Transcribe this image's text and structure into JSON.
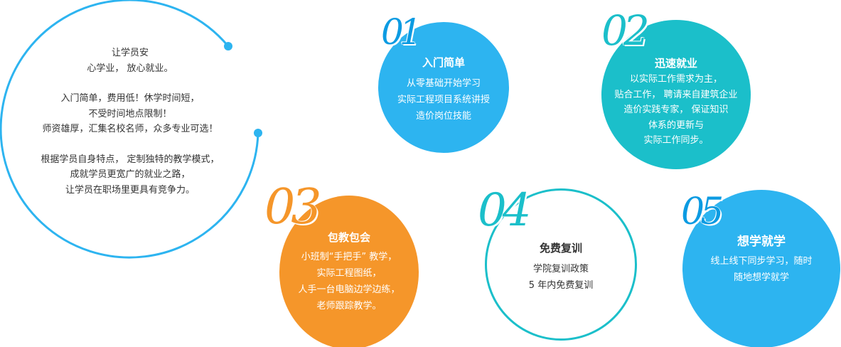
{
  "colors": {
    "blue": "#2db4f0",
    "teal": "#1bbfca",
    "orange": "#f5962a",
    "dark_blue": "#0c9be2",
    "text": "#333333"
  },
  "intro": {
    "paragraphs": [
      [
        "让学员安",
        "心学业， 放心就业。"
      ],
      [
        "入门简单，费用低！休学时间短，",
        "不受时间地点限制！",
        "师资雄厚，汇集名校名师，众多专业可选！"
      ],
      [
        "根据学员自身特点， 定制独特的教学模式，",
        "成就学员更宽广的就业之路，",
        "让学员在职场里更具有竞争力。"
      ]
    ]
  },
  "features": [
    {
      "number": "01",
      "title": "入门简单",
      "lines": [
        "从零基础开始学习",
        "实际工程项目系统讲授",
        "造价岗位技能"
      ]
    },
    {
      "number": "02",
      "title": "迅速就业",
      "lines": [
        "以实际工作需求为主，",
        "贴合工作， 聘请来自建筑企业",
        "造价实践专家， 保证知识",
        "体系的更新与",
        "实际工作同步。"
      ]
    },
    {
      "number": "03",
      "title": "包教包会",
      "lines": [
        "小班制“手把手” 教学，",
        "实际工程图纸，",
        "人手一台电脑边学边练，",
        "老师跟踪教学。"
      ]
    },
    {
      "number": "04",
      "title": "免费复训",
      "lines": [
        "学院复训政策",
        "5 年内免费复训"
      ]
    },
    {
      "number": "05",
      "title": "想学就学",
      "lines": [
        "线上线下同步学习，随时",
        "随地想学就学"
      ]
    }
  ]
}
